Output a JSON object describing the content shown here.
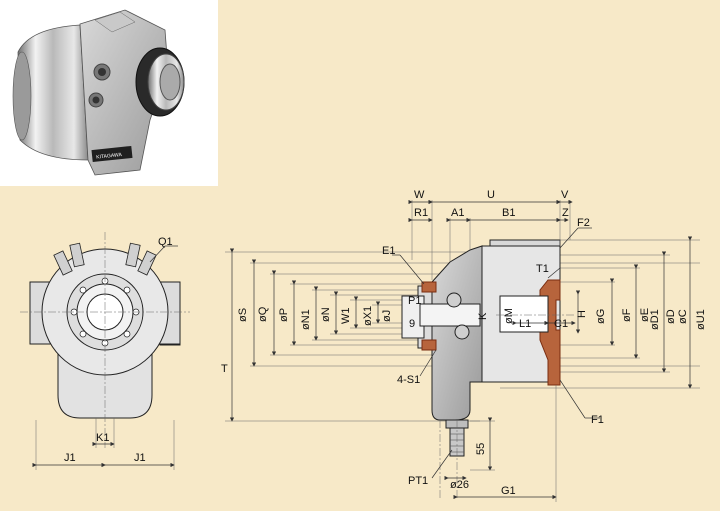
{
  "photo": {
    "brand": "KITAGAWA"
  },
  "front_view": {
    "labels": {
      "Q1": "Q1",
      "K1": "K1",
      "J1_left": "J1",
      "J1_right": "J1"
    }
  },
  "side_view": {
    "labels": {
      "W": "W",
      "U": "U",
      "V": "V",
      "R1": "R1",
      "A1": "A1",
      "B1": "B1",
      "Z": "Z",
      "F2": "F2",
      "E1": "E1",
      "T1": "T1",
      "P1": "P1",
      "n9": "9",
      "K": "K",
      "L1": "L1",
      "C1": "C1",
      "H": "H",
      "oS": "øS",
      "oQ": "øQ",
      "oP": "øP",
      "oN1": "øN1",
      "oN": "øN",
      "W1": "W1",
      "oX1": "øX1",
      "oJ": "øJ",
      "oM": "øM",
      "oG": "øG",
      "oF": "øF",
      "oE": "øE",
      "oD1": "øD1",
      "oD": "øD",
      "oC": "øC",
      "oU1": "øU1",
      "T": "T",
      "S1": "4-S1",
      "F1": "F1",
      "d55": "55",
      "PT1": "PT1",
      "o26": "ø26",
      "G1": "G1"
    }
  }
}
